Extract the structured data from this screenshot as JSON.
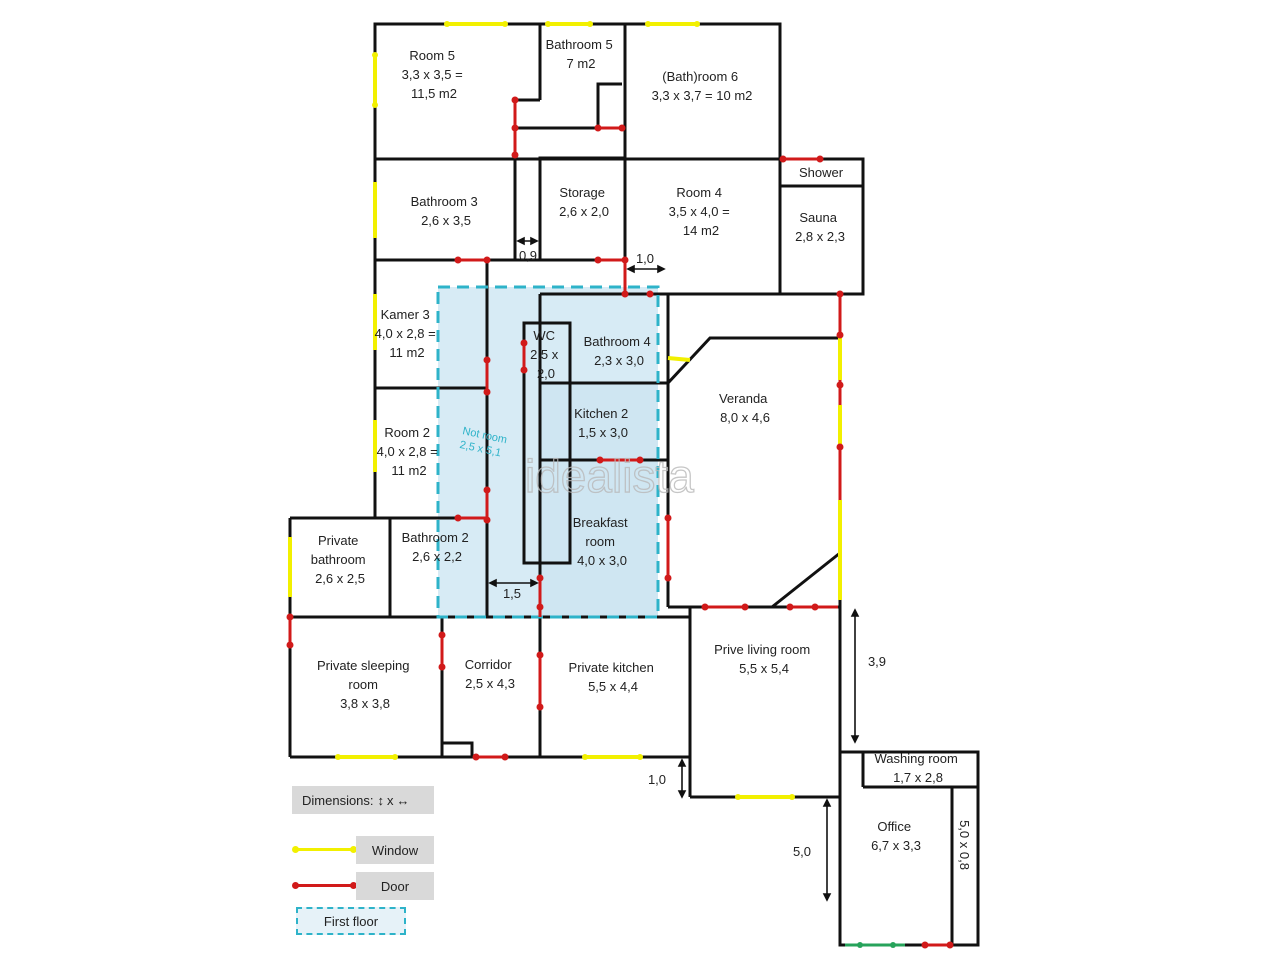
{
  "rooms": {
    "room5": [
      "Room 5",
      "3,3 x 3,5 =",
      "11,5 m2"
    ],
    "bathroom5": [
      "Bathroom 5",
      "7 m2"
    ],
    "bathroom6": [
      "(Bath)room 6",
      "3,3 x 3,7 = 10 m2"
    ],
    "shower": [
      "Shower"
    ],
    "sauna": [
      "Sauna",
      "2,8 x 2,3"
    ],
    "bathroom3": [
      "Bathroom 3",
      "2,6 x 3,5"
    ],
    "storage": [
      "Storage",
      "2,6 x 2,0"
    ],
    "room4": [
      "Room 4",
      "3,5 x 4,0 =",
      "14 m2"
    ],
    "kamer3": [
      "Kamer 3",
      "4,0 x 2,8 =",
      "11 m2"
    ],
    "wc": [
      "WC",
      "2,5 x",
      "2,0"
    ],
    "bathroom4": [
      "Bathroom 4",
      "2,3 x 3,0"
    ],
    "veranda": [
      "Veranda",
      "8,0 x 4,6"
    ],
    "room2": [
      "Room 2",
      "4,0 x 2,8 =",
      "11 m2"
    ],
    "kitchen2": [
      "Kitchen 2",
      "1,5 x 3,0"
    ],
    "breakfast": [
      "Breakfast",
      "room",
      "4,0 x 3,0"
    ],
    "private_bathroom": [
      "Private",
      "bathroom",
      "2,6 x 2,5"
    ],
    "bathroom2": [
      "Bathroom 2",
      "2,6 x 2,2"
    ],
    "private_sleeping": [
      "Private sleeping",
      "room",
      "3,8 x 3,8"
    ],
    "corridor": [
      "Corridor",
      "2,5 x 4,3"
    ],
    "private_kitchen": [
      "Private kitchen",
      "5,5 x 4,4"
    ],
    "prive_living": [
      "Prive living room",
      "5,5 x 5,4"
    ],
    "washing": [
      "Washing room",
      "1,7 x 2,8"
    ],
    "office": [
      "Office",
      "6,7 x 3,3"
    ]
  },
  "first_floor_note": [
    "Not room",
    "2,5 x 5,1"
  ],
  "dimensions": {
    "d09": "0,9",
    "d10a": "1,0",
    "d15": "1,5",
    "d39": "3,9",
    "d10b": "1,0",
    "d50": "5,0",
    "d508": "5,0 x 0,8"
  },
  "watermark": "idealista",
  "legend": {
    "dimensions": "Dimensions:",
    "dimensions_x": "x",
    "window": "Window",
    "door": "Door",
    "first_floor": "First floor"
  },
  "colors": {
    "wall": "#111111",
    "window": "#f2f000",
    "door": "#d11a1a",
    "first_floor_fill": "#d7ebf5",
    "first_floor_border": "#2eb3c9",
    "legend_bg": "#d9d9d9"
  }
}
